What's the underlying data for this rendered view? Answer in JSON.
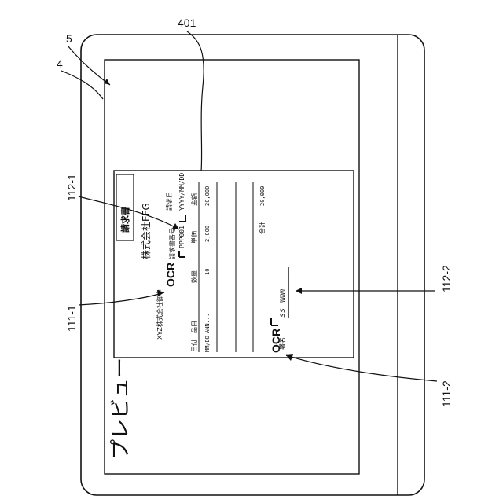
{
  "labels": {
    "ref_5": "5",
    "ref_4": "4",
    "ref_401": "401",
    "ref_112_1": "112-1",
    "ref_111_1": "111-1",
    "ref_112_2": "112-2",
    "ref_111_2": "111-2"
  },
  "screen": {
    "preview_title": "プレビュー"
  },
  "document": {
    "title": "請求書",
    "issuer": "株式会社EFG",
    "recipient": "XYZ株式会社御中",
    "invoice_number_label": "請求書番号",
    "invoice_number_value": "PPP001",
    "invoice_date_label": "請求日",
    "invoice_date_value": "YYYY/MM/DD",
    "columns": {
      "date": "日付",
      "item": "品目",
      "quantity": "数量",
      "unit_price": "単価",
      "amount": "金額"
    },
    "row": {
      "date": "MM/DD",
      "item": "ANN...",
      "quantity": "10",
      "unit_price": "2,000",
      "amount": "20,000"
    },
    "total_label": "合計",
    "total_value": "20,000",
    "signature_label": "署名",
    "signature_value": "ss mmm"
  },
  "ocr": {
    "tag_1": "OCR",
    "tag_2": "OCR"
  }
}
